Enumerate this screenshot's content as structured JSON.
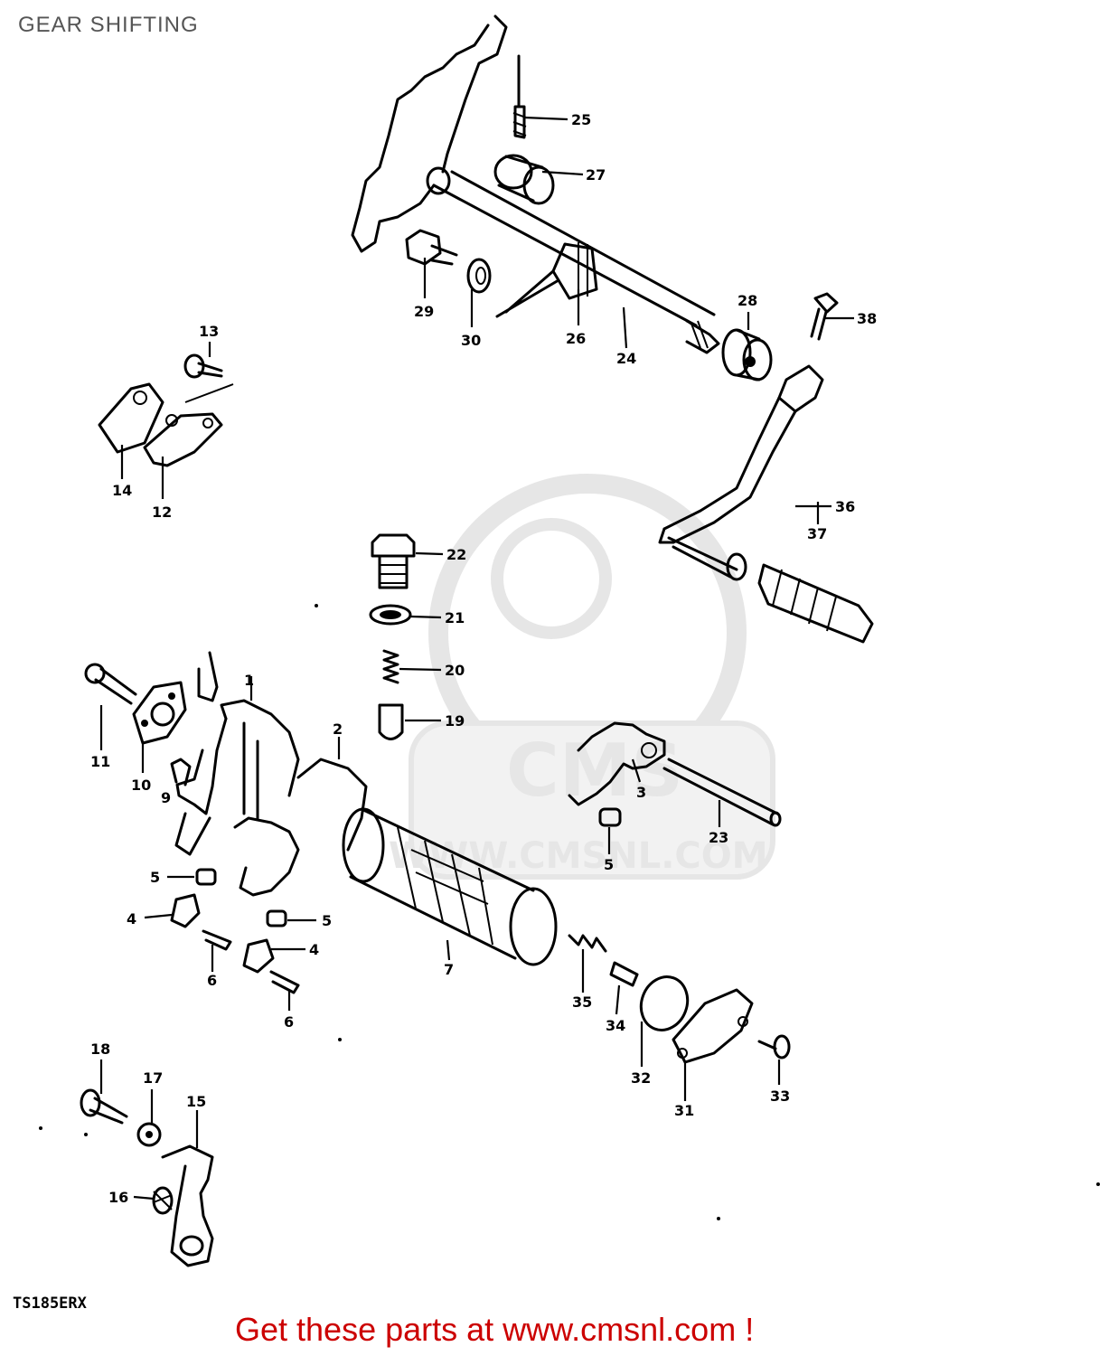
{
  "title": "GEAR SHIFTING",
  "model_code": "TS185ERX",
  "footer_text": "Get these parts at www.cmsnl.com !",
  "watermark": {
    "brand": "CMS",
    "url": "WWW.CMSNL.COM"
  },
  "callouts": [
    {
      "label": "1"
    },
    {
      "label": "2"
    },
    {
      "label": "3"
    },
    {
      "label": "4"
    },
    {
      "label": "4"
    },
    {
      "label": "5"
    },
    {
      "label": "5"
    },
    {
      "label": "5"
    },
    {
      "label": "6"
    },
    {
      "label": "6"
    },
    {
      "label": "7"
    },
    {
      "label": "9"
    },
    {
      "label": "10"
    },
    {
      "label": "11"
    },
    {
      "label": "12"
    },
    {
      "label": "13"
    },
    {
      "label": "14"
    },
    {
      "label": "15"
    },
    {
      "label": "16"
    },
    {
      "label": "17"
    },
    {
      "label": "18"
    },
    {
      "label": "19"
    },
    {
      "label": "20"
    },
    {
      "label": "21"
    },
    {
      "label": "22"
    },
    {
      "label": "23"
    },
    {
      "label": "24"
    },
    {
      "label": "25"
    },
    {
      "label": "26"
    },
    {
      "label": "27"
    },
    {
      "label": "28"
    },
    {
      "label": "29"
    },
    {
      "label": "30"
    },
    {
      "label": "31"
    },
    {
      "label": "32"
    },
    {
      "label": "33"
    },
    {
      "label": "34"
    },
    {
      "label": "35"
    },
    {
      "label": "36"
    },
    {
      "label": "37"
    },
    {
      "label": "38"
    }
  ]
}
